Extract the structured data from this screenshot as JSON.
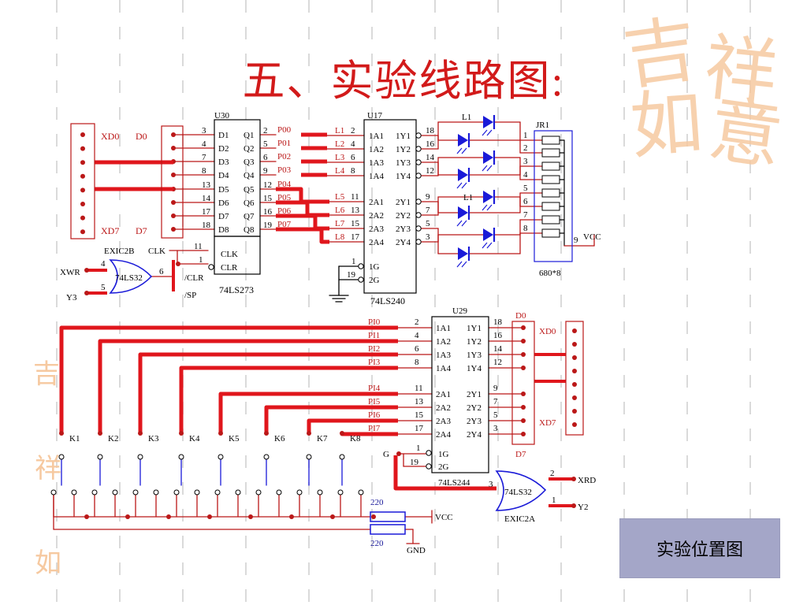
{
  "title": "五、实验线路图:",
  "button": {
    "label": "实验位置图"
  },
  "watermark": [
    "吉",
    "祥",
    "如",
    "意"
  ],
  "colors": {
    "wire": "#e0161c",
    "thin": "#bb1818",
    "led": "#1a1ad8",
    "chip": "#000000",
    "button": "#a4a6c8",
    "watermark": "#f6c9a0"
  },
  "top": {
    "u30": {
      "ref": "U30",
      "part": "74LS273",
      "d": [
        "D1",
        "D2",
        "D3",
        "D4",
        "D5",
        "D6",
        "D7",
        "D8"
      ],
      "q": [
        "Q1",
        "Q2",
        "Q3",
        "Q4",
        "Q5",
        "Q6",
        "Q7",
        "Q8"
      ],
      "dpins": [
        "3",
        "4",
        "7",
        "8",
        "13",
        "14",
        "17",
        "18"
      ],
      "qpins": [
        "2",
        "5",
        "6",
        "9",
        "12",
        "15",
        "16",
        "19"
      ],
      "clk": "CLK",
      "clr": "CLR",
      "clkpin": "11",
      "clrpin": "1"
    },
    "bus_labels": [
      "P00",
      "P01",
      "P02",
      "P03",
      "P04",
      "P05",
      "P06",
      "P07"
    ],
    "u17": {
      "ref": "U17",
      "part": "74LS240",
      "a": [
        "1A1",
        "1A2",
        "1A3",
        "1A4",
        "2A1",
        "2A2",
        "2A3",
        "2A4"
      ],
      "y": [
        "1Y1",
        "1Y2",
        "1Y3",
        "1Y4",
        "2Y1",
        "2Y2",
        "2Y3",
        "2Y4"
      ],
      "apins": [
        "2",
        "4",
        "6",
        "8",
        "11",
        "13",
        "15",
        "17"
      ],
      "ypins": [
        "18",
        "16",
        "14",
        "12",
        "9",
        "7",
        "5",
        "3"
      ],
      "g1": "1G",
      "g2": "2G",
      "g1pin": "1",
      "g2pin": "19"
    },
    "l_labels": [
      "L1",
      "L2",
      "L3",
      "L4",
      "L5",
      "L6",
      "L7",
      "L8"
    ],
    "led_labels": [
      "L1",
      "L1"
    ],
    "jr1": {
      "ref": "JR1",
      "part": "680*8",
      "pins": [
        "1",
        "2",
        "3",
        "4",
        "5",
        "6",
        "7",
        "8",
        "9"
      ],
      "vcc": "VCC"
    },
    "xd0": "XD0",
    "d0": "D0",
    "xd7": "XD7",
    "d7": "D7",
    "gate": {
      "ref": "EXIC2B",
      "part": "74LS32",
      "in1": "XWR",
      "in2": "Y3",
      "pin1": "4",
      "pin2": "5",
      "pin3": "6",
      "clk": "CLK",
      "clr": "/CLR",
      "sp": "/SP"
    }
  },
  "bottom": {
    "u29": {
      "ref": "U29",
      "part": "74LS244",
      "a": [
        "1A1",
        "1A2",
        "1A3",
        "1A4",
        "2A1",
        "2A2",
        "2A3",
        "2A4"
      ],
      "y": [
        "1Y1",
        "1Y2",
        "1Y3",
        "1Y4",
        "2Y1",
        "2Y2",
        "2Y3",
        "2Y4"
      ],
      "apins": [
        "2",
        "4",
        "6",
        "8",
        "11",
        "13",
        "15",
        "17"
      ],
      "ypins": [
        "18",
        "16",
        "14",
        "12",
        "9",
        "7",
        "5",
        "3"
      ],
      "g1": "1G",
      "g2": "2G",
      "g1pin": "1",
      "g2pin": "19",
      "g": "G"
    },
    "pi_labels": [
      "PI0",
      "PI1",
      "PI2",
      "PI3",
      "PI4",
      "PI5",
      "PI6",
      "PI7"
    ],
    "k_labels": [
      "K1",
      "K2",
      "K3",
      "K4",
      "K5",
      "K6",
      "K7",
      "K8"
    ],
    "d0": "D0",
    "d7": "D7",
    "xd0": "XD0",
    "xd7": "XD7",
    "gate": {
      "ref": "EXIC2A",
      "part": "74LS32",
      "in1": "XRD",
      "in2": "Y2",
      "pin1": "2",
      "pin2": "1",
      "pin3": "3"
    },
    "res": [
      "220",
      "220"
    ],
    "vcc": "VCC",
    "gnd": "GND"
  }
}
